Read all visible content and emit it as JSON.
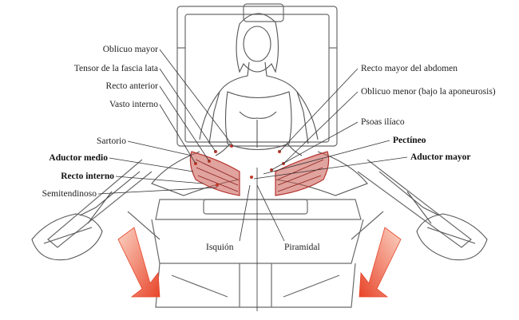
{
  "figure": {
    "labels_left": [
      {
        "text": "Oblicuo mayor",
        "bold": false
      },
      {
        "text": "Tensor de la fascia lata",
        "bold": false
      },
      {
        "text": "Recto anterior",
        "bold": false
      },
      {
        "text": "Vasto interno",
        "bold": false
      },
      {
        "text": "Sartorio",
        "bold": false
      },
      {
        "text": "Aductor medio",
        "bold": true
      },
      {
        "text": "Recto interno",
        "bold": true
      },
      {
        "text": "Semitendinoso",
        "bold": false
      }
    ],
    "labels_right": [
      {
        "text": "Recto mayor del abdomen",
        "bold": false
      },
      {
        "text": "Oblicuo menor (bajo la aponeurosis)",
        "bold": false
      },
      {
        "text": "Psoas ilíaco",
        "bold": false
      },
      {
        "text": "Pectíneo",
        "bold": true
      },
      {
        "text": "Aductor mayor",
        "bold": true
      }
    ],
    "labels_bottom": [
      {
        "text": "Isquión",
        "bold": false
      },
      {
        "text": "Piramidal",
        "bold": false
      }
    ],
    "colors": {
      "line_art": "#555555",
      "muscle_red": "#b5342f",
      "arrow_red": "#e8452a",
      "label_text": "#222222"
    }
  }
}
